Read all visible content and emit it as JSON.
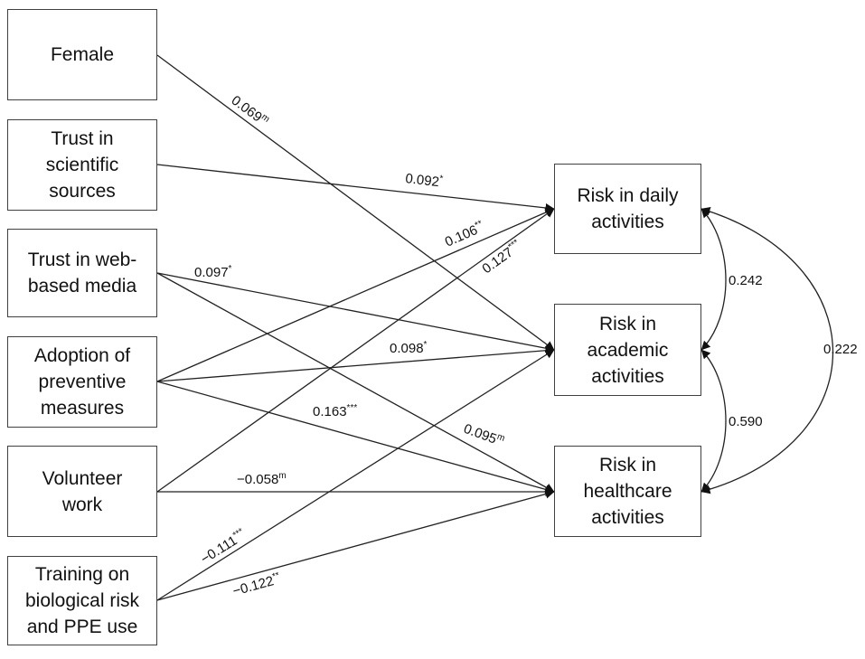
{
  "nodes": {
    "female": "Female",
    "trust_sci": "Trust in\nscientific\nsources",
    "trust_web": "Trust in web-\nbased media",
    "adoption": "Adoption of\npreventive\nmeasures",
    "volunteer": "Volunteer\nwork",
    "training": "Training on\nbiological risk\nand PPE use",
    "risk_daily": "Risk in daily\nactivities",
    "risk_academic": "Risk in\nacademic\nactivities",
    "risk_health": "Risk in\nhealthcare\nactivities"
  },
  "paths": [
    {
      "id": "female-academic",
      "from": "female",
      "to": "risk_academic",
      "coef": "0.069",
      "sig": "m"
    },
    {
      "id": "trustsci-daily",
      "from": "trust_sci",
      "to": "risk_daily",
      "coef": "0.092",
      "sig": "*"
    },
    {
      "id": "adoption-daily",
      "from": "adoption",
      "to": "risk_daily",
      "coef": "0.106",
      "sig": "**"
    },
    {
      "id": "volunteer-daily",
      "from": "volunteer",
      "to": "risk_daily",
      "coef": "0.127",
      "sig": "***"
    },
    {
      "id": "trustweb-academic",
      "from": "trust_web",
      "to": "risk_academic",
      "coef": "0.097",
      "sig": "*"
    },
    {
      "id": "adoption-academic",
      "from": "adoption",
      "to": "risk_academic",
      "coef": "0.098",
      "sig": "*"
    },
    {
      "id": "training-academic",
      "from": "training",
      "to": "risk_academic",
      "coef": "−0.111",
      "sig": "***"
    },
    {
      "id": "adoption-health",
      "from": "adoption",
      "to": "risk_health",
      "coef": "0.163",
      "sig": "***"
    },
    {
      "id": "trustweb-health",
      "from": "trust_web",
      "to": "risk_health",
      "coef": "0.095",
      "sig": "m"
    },
    {
      "id": "volunteer-health",
      "from": "volunteer",
      "to": "risk_health",
      "coef": "−0.058",
      "sig": "m"
    },
    {
      "id": "training-health",
      "from": "training",
      "to": "risk_health",
      "coef": "−0.122",
      "sig": "**"
    }
  ],
  "correlations": [
    {
      "id": "daily-academic",
      "a": "risk_daily",
      "b": "risk_academic",
      "coef": "0.242"
    },
    {
      "id": "academic-health",
      "a": "risk_academic",
      "b": "risk_health",
      "coef": "0.590"
    },
    {
      "id": "daily-health",
      "a": "risk_daily",
      "b": "risk_health",
      "coef": "0.222"
    }
  ]
}
